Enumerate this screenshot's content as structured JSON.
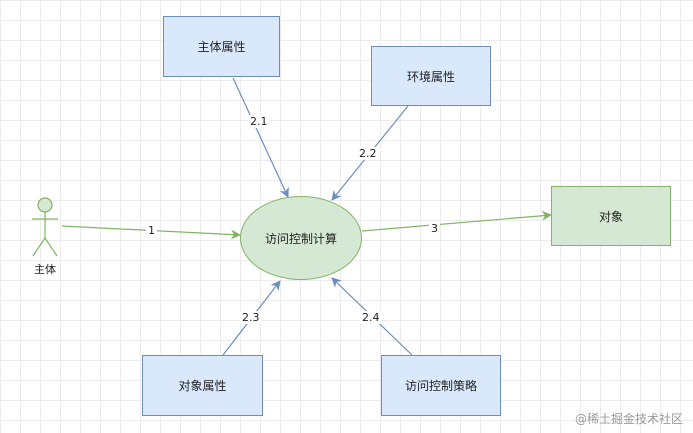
{
  "nodes": {
    "subject_attr": "主体属性",
    "env_attr": "环境属性",
    "object": "对象",
    "access_calc": "访问控制计算",
    "object_attr": "对象属性",
    "policy": "访问控制策略"
  },
  "actor": {
    "label": "主体"
  },
  "edges": {
    "e1": "1",
    "e21": "2.1",
    "e22": "2.2",
    "e23": "2.3",
    "e24": "2.4",
    "e3": "3"
  },
  "watermark": "@稀土掘金技术社区",
  "colors": {
    "blue_fill": "#dae8fc",
    "blue_stroke": "#6c8ebf",
    "green_fill": "#d5e8d4",
    "green_stroke": "#82b366"
  }
}
